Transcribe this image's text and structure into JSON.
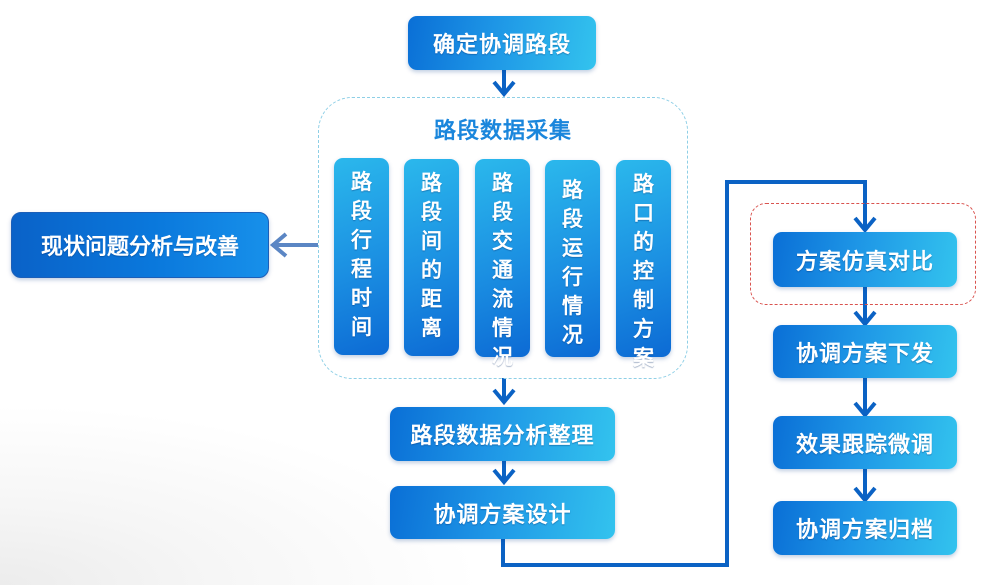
{
  "diagram": {
    "top_node": "确定协调路段",
    "group": {
      "title": "路段数据采集",
      "items": [
        "路段行程时间",
        "路段间的距离",
        "路段交通流情况",
        "路段运行情况",
        "路口的控制方案"
      ]
    },
    "left_node": "现状问题分析与改善",
    "analysis_node": "路段数据分析整理",
    "design_node": "协调方案设计",
    "right_flow": [
      "方案仿真对比",
      "协调方案下发",
      "效果跟踪微调",
      "协调方案归档"
    ],
    "highlighted_step": "方案仿真对比",
    "colors": {
      "node_gradient_start": "#0a6fd6",
      "node_gradient_end": "#33c3ee",
      "connector": "#0b62c4",
      "left_arrow": "#5b86c4",
      "group_border": "#8ecfe6",
      "group_title": "#1a86dc",
      "highlight_border": "#d9534f"
    }
  }
}
